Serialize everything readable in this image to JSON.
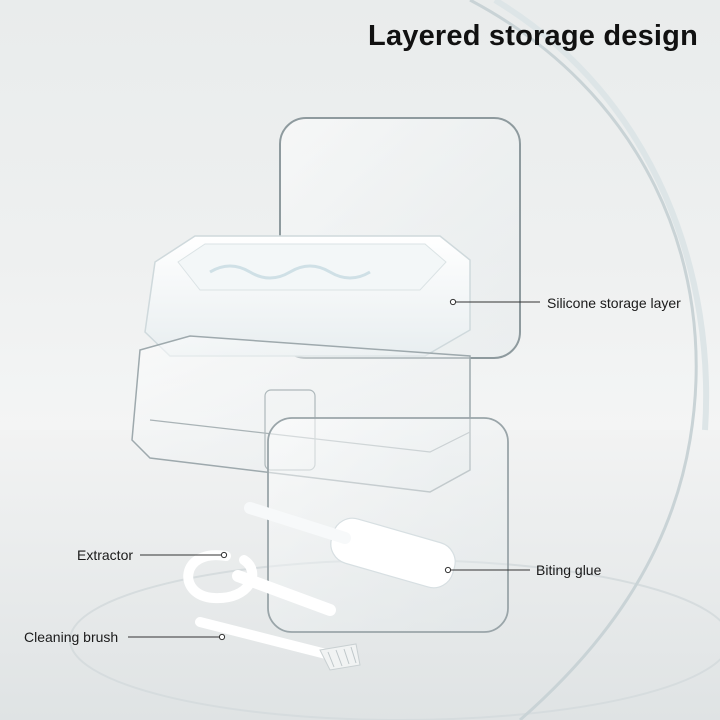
{
  "title": "Layered storage design",
  "callouts": {
    "silicone_layer": "Silicone storage layer",
    "extractor": "Extractor",
    "biting_glue": "Biting glue",
    "cleaning_brush": "Cleaning brush"
  },
  "colors": {
    "background": "#eceeef",
    "text": "#111111",
    "leader_line": "#333333"
  }
}
